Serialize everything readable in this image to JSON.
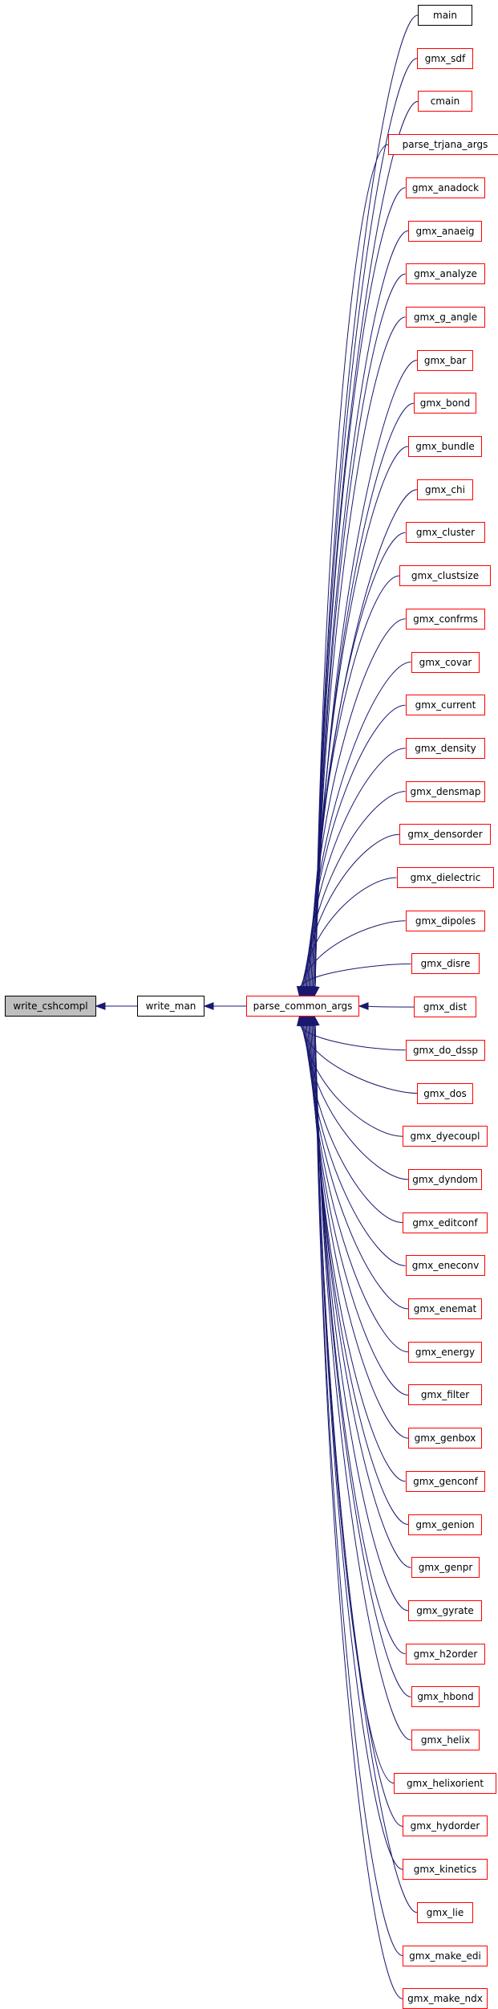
{
  "focus_node": "write_cshcompl",
  "chain": [
    "write_man",
    "parse_common_args"
  ],
  "callers": [
    {
      "label": "main",
      "border": "black"
    },
    {
      "label": "gmx_sdf",
      "border": "red"
    },
    {
      "label": "cmain",
      "border": "red"
    },
    {
      "label": "parse_trjana_args",
      "border": "red"
    },
    {
      "label": "gmx_anadock",
      "border": "red"
    },
    {
      "label": "gmx_anaeig",
      "border": "red"
    },
    {
      "label": "gmx_analyze",
      "border": "red"
    },
    {
      "label": "gmx_g_angle",
      "border": "red"
    },
    {
      "label": "gmx_bar",
      "border": "red"
    },
    {
      "label": "gmx_bond",
      "border": "red"
    },
    {
      "label": "gmx_bundle",
      "border": "red"
    },
    {
      "label": "gmx_chi",
      "border": "red"
    },
    {
      "label": "gmx_cluster",
      "border": "red"
    },
    {
      "label": "gmx_clustsize",
      "border": "red"
    },
    {
      "label": "gmx_confrms",
      "border": "red"
    },
    {
      "label": "gmx_covar",
      "border": "red"
    },
    {
      "label": "gmx_current",
      "border": "red"
    },
    {
      "label": "gmx_density",
      "border": "red"
    },
    {
      "label": "gmx_densmap",
      "border": "red"
    },
    {
      "label": "gmx_densorder",
      "border": "red"
    },
    {
      "label": "gmx_dielectric",
      "border": "red"
    },
    {
      "label": "gmx_dipoles",
      "border": "red"
    },
    {
      "label": "gmx_disre",
      "border": "red"
    },
    {
      "label": "gmx_dist",
      "border": "red"
    },
    {
      "label": "gmx_do_dssp",
      "border": "red"
    },
    {
      "label": "gmx_dos",
      "border": "red"
    },
    {
      "label": "gmx_dyecoupl",
      "border": "red"
    },
    {
      "label": "gmx_dyndom",
      "border": "red"
    },
    {
      "label": "gmx_editconf",
      "border": "red"
    },
    {
      "label": "gmx_eneconv",
      "border": "red"
    },
    {
      "label": "gmx_enemat",
      "border": "red"
    },
    {
      "label": "gmx_energy",
      "border": "red"
    },
    {
      "label": "gmx_filter",
      "border": "red"
    },
    {
      "label": "gmx_genbox",
      "border": "red"
    },
    {
      "label": "gmx_genconf",
      "border": "red"
    },
    {
      "label": "gmx_genion",
      "border": "red"
    },
    {
      "label": "gmx_genpr",
      "border": "red"
    },
    {
      "label": "gmx_gyrate",
      "border": "red"
    },
    {
      "label": "gmx_h2order",
      "border": "red"
    },
    {
      "label": "gmx_hbond",
      "border": "red"
    },
    {
      "label": "gmx_helix",
      "border": "red"
    },
    {
      "label": "gmx_helixorient",
      "border": "red"
    },
    {
      "label": "gmx_hydorder",
      "border": "red"
    },
    {
      "label": "gmx_kinetics",
      "border": "red"
    },
    {
      "label": "gmx_lie",
      "border": "red"
    },
    {
      "label": "gmx_make_edi",
      "border": "red"
    },
    {
      "label": "gmx_make_ndx",
      "border": "red"
    }
  ],
  "colors": {
    "edge": "#191970",
    "focus_fill": "#bfbfbf",
    "documented_border": "#000000",
    "undocumented_border": "#ff0000"
  }
}
